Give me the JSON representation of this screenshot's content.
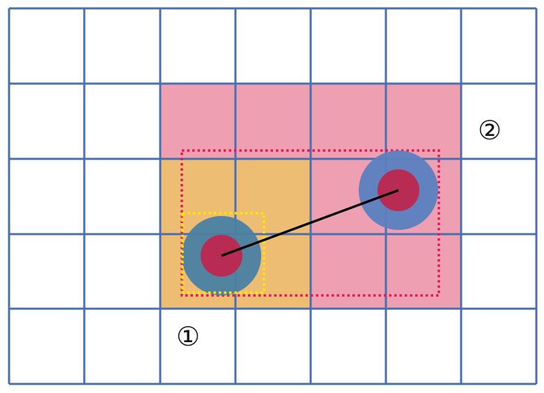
{
  "labels": {
    "region_1": "①",
    "region_2": "②"
  },
  "grid": {
    "columns": 7,
    "rows": 5
  },
  "colors": {
    "grid_line": "#4a6fb0",
    "region_1_fill": "#ecbd73",
    "region_2_fill": "#ee9fb1",
    "outer_disk_1": "#4a7fa3",
    "outer_disk_2": "#5a80c0",
    "inner_disk": "#b82c54",
    "red_dotted_box": "#e3185a",
    "yellow_dotted_box": "#ffe600",
    "connector_line": "#000000"
  }
}
